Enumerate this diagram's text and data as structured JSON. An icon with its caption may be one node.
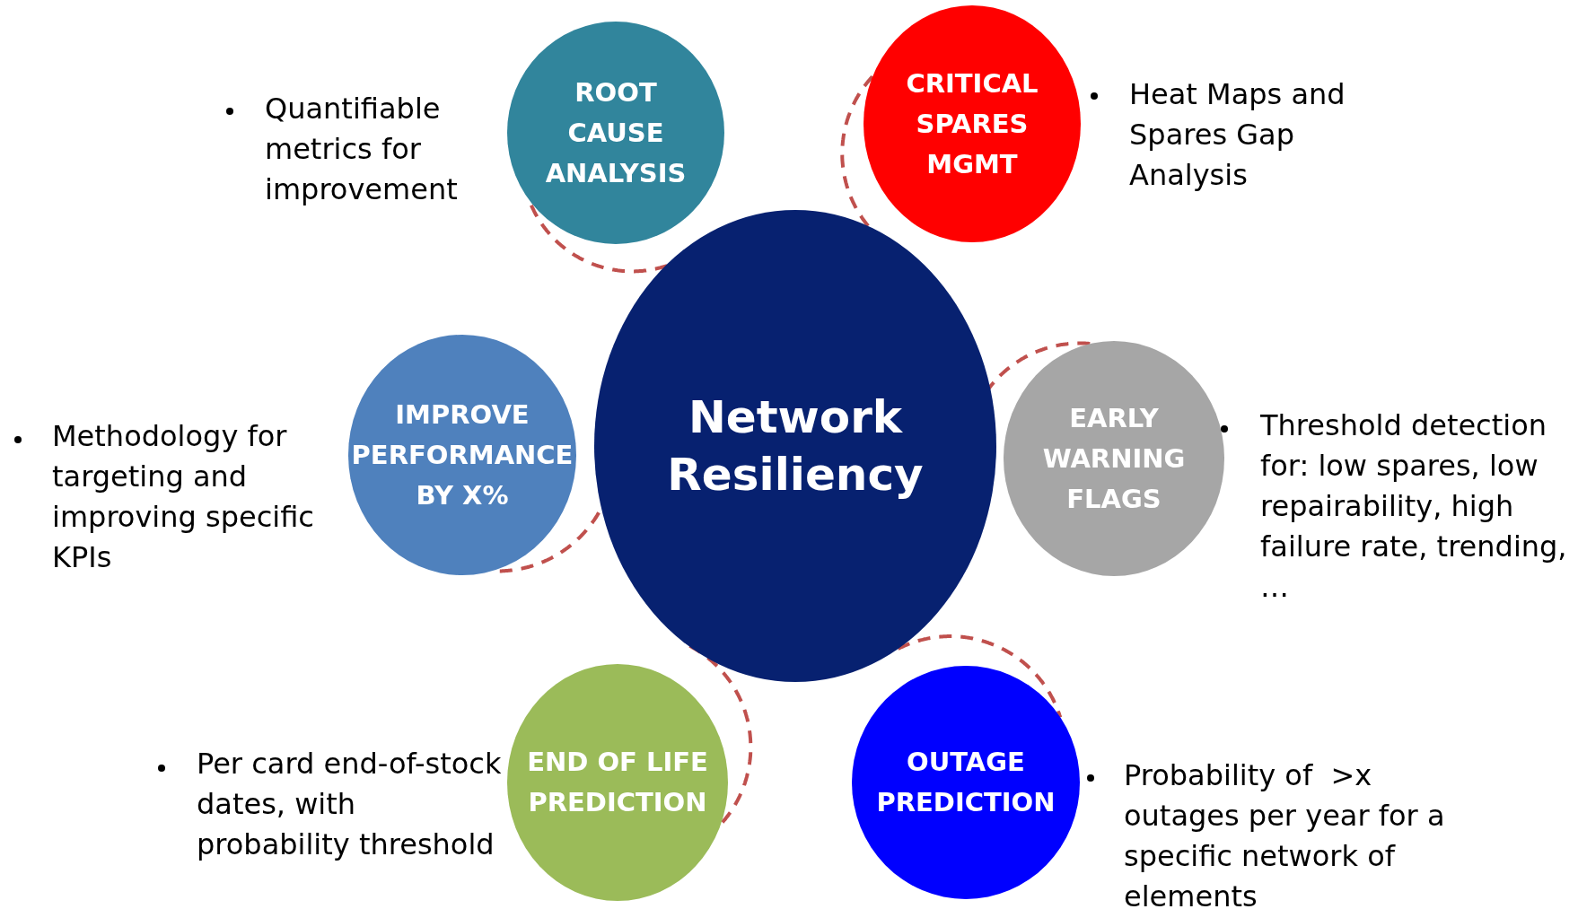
{
  "diagram": {
    "nodes": [
      {
        "text": [
          "Network Resiliency"
        ]
      },
      {
        "text": [
          "ROOT CAUSE ANALYSIS"
        ],
        "beside": [
          "Quantifiable metrics for improvement"
        ]
      },
      {
        "text": [
          "CRITICAL SPARES MGMT"
        ],
        "beside": [
          "Heat Maps and Spares Gap Analysis"
        ]
      },
      {
        "text": [
          "IMPROVE PERFORMANCE BY X%"
        ],
        "beside": [
          "Methodology for targeting and improving specific KPIs"
        ]
      },
      {
        "text": [
          "EARLY WARNING FLAGS"
        ],
        "beside": [
          "Threshold detection for: low spares, low repairability, high failure rate, trending, …"
        ]
      },
      {
        "text": [
          "END OF LIFE PREDICTION"
        ],
        "beside": [
          "Per card end-of-stock dates, with probability threshold"
        ]
      },
      {
        "text": [
          "OUTAGE PREDICTION"
        ],
        "beside": [
          "Probability of  >x outages per year for a specific network of elements"
        ]
      }
    ],
    "edges": [
      {
        "from": 0,
        "to": 1,
        "arrow": "none",
        "style": "dashed"
      },
      {
        "from": 0,
        "to": 2,
        "arrow": "none",
        "style": "dashed"
      },
      {
        "from": 0,
        "to": 3,
        "arrow": "none",
        "style": "dashed"
      },
      {
        "from": 0,
        "to": 4,
        "arrow": "none",
        "style": "dashed"
      },
      {
        "from": 0,
        "to": 5,
        "arrow": "none",
        "style": "dashed"
      },
      {
        "from": 0,
        "to": 6,
        "arrow": "none",
        "style": "dashed"
      }
    ]
  }
}
